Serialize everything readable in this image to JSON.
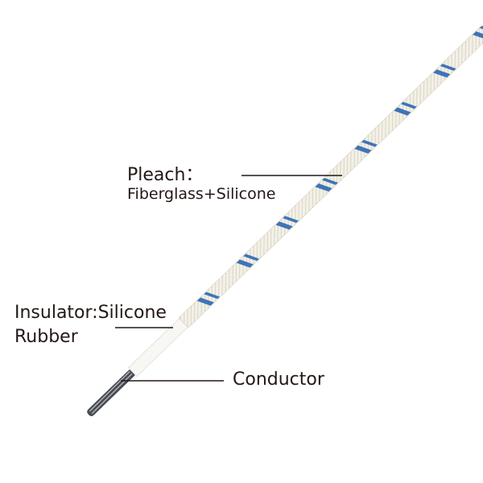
{
  "labels": {
    "pleach_title": "Pleach：",
    "pleach_material": "Fiberglass+Silicone",
    "insulator_line1": "Insulator:Silicone",
    "insulator_line2": "Rubber",
    "conductor": "Conductor"
  },
  "colors": {
    "stripe": "#1f5fb0",
    "braid": "#f1efe6",
    "text": "#231815"
  }
}
